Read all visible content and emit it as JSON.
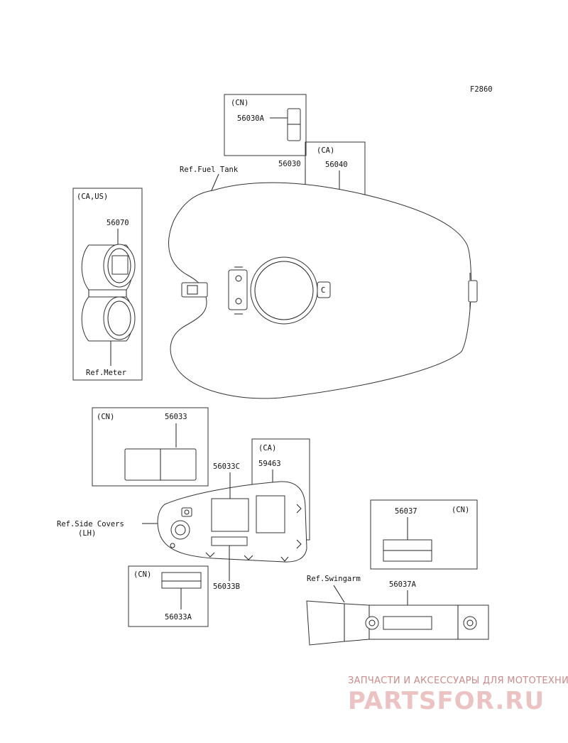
{
  "figure_code": "F2860",
  "labels": {
    "cn_top": "(CN)",
    "p56030A": "56030A",
    "p56030": "56030",
    "ca_top": "(CA)",
    "p56040": "56040",
    "ref_fuel_tank": "Ref.Fuel Tank",
    "ca_us": "(CA,US)",
    "p56070": "56070",
    "ref_meter": "Ref.Meter",
    "cn_mid": "(CN)",
    "p56033": "56033",
    "ca_mid": "(CA)",
    "p56033C": "56033C",
    "p59463": "59463",
    "ref_side_covers": "Ref.Side Covers",
    "lh": "(LH)",
    "p56033B": "56033B",
    "cn_low": "(CN)",
    "p56033A": "56033A",
    "p56037": "56037",
    "cn_right": "(CN)",
    "ref_swingarm": "Ref.Swingarm",
    "p56037A": "56037A",
    "tank_cap_letter": "C"
  },
  "watermark": {
    "subtitle": "ЗАПЧАСТИ И АКСЕССУАРЫ ДЛЯ МОТОТЕХНИКИ",
    "brand": "PARTSFOR.RU",
    "color": "#e8b4b4"
  }
}
